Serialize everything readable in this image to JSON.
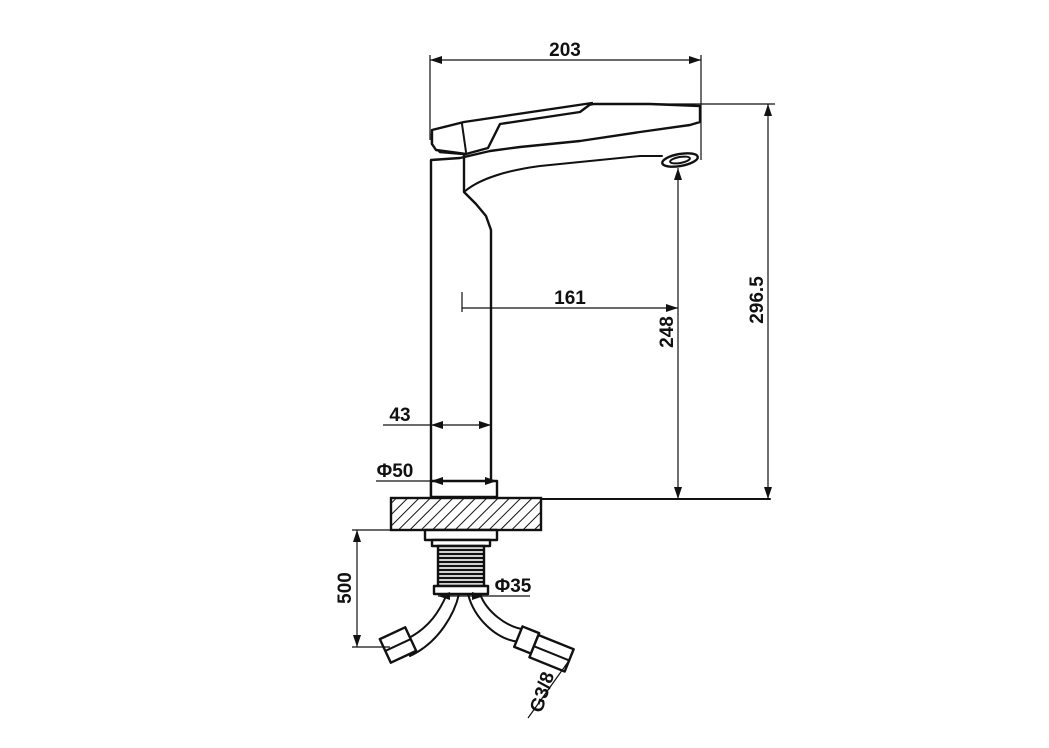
{
  "colors": {
    "line": "#111111",
    "background": "#ffffff"
  },
  "dimensions": {
    "width_total": "203",
    "height_total": "296.5",
    "spout_reach": "161",
    "spout_height": "248",
    "body_width": "43",
    "base_diameter": "Φ50",
    "thread_diameter": "Φ35",
    "hose_length": "500",
    "hose_thread": "G3/8"
  }
}
